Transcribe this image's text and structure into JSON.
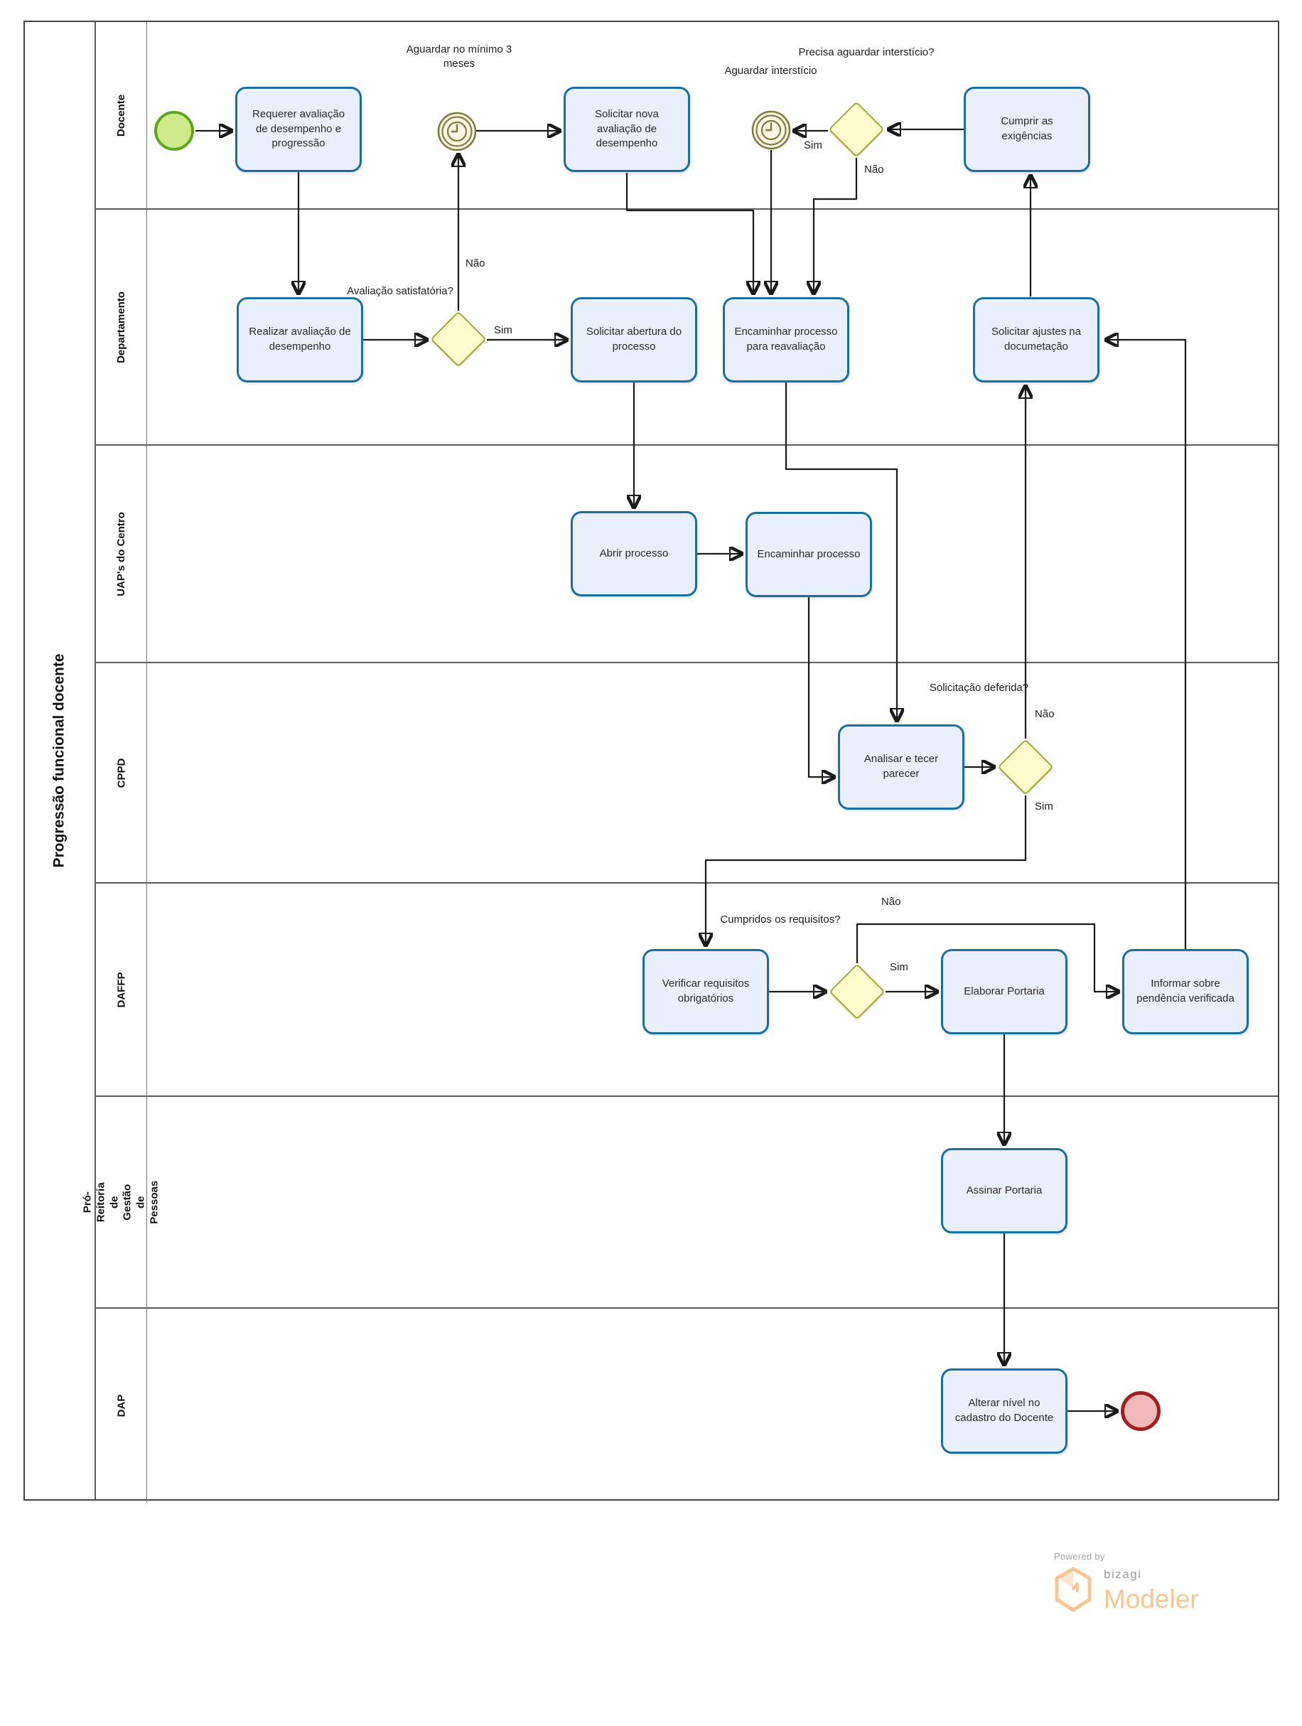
{
  "pool": {
    "title": "Progressão funcional docente"
  },
  "lanes": [
    {
      "label": "Docente"
    },
    {
      "label": "Departamento"
    },
    {
      "label": "UAP's do Centro"
    },
    {
      "label": "CPPD"
    },
    {
      "label": "DAFFP"
    },
    {
      "label": "Pró-Reitoria de Gestão de Pessoas"
    },
    {
      "label": "DAP"
    }
  ],
  "tasks": {
    "requerer": {
      "label": "Requerer avaliação de desempenho e progressão"
    },
    "solicitar_nova": {
      "label": "Solicitar nova avaliação de desempenho"
    },
    "cumprir": {
      "label": "Cumprir as exigências"
    },
    "realizar": {
      "label": "Realizar avaliação de desempenho"
    },
    "solicitar_abertura": {
      "label": "Solicitar abertura do processo"
    },
    "encaminhar_reavaliacao": {
      "label": "Encaminhar processo para reavaliação"
    },
    "solicitar_ajustes": {
      "label": "Solicitar ajustes na documetação"
    },
    "abrir": {
      "label": "Abrir processo"
    },
    "encaminhar_processo": {
      "label": "Encaminhar processo"
    },
    "analisar": {
      "label": "Analisar e tecer parecer"
    },
    "verificar": {
      "label": "Verificar requisitos obrigatórios"
    },
    "elaborar": {
      "label": "Elaborar Portaria"
    },
    "informar": {
      "label": "Informar sobre pendência verificada"
    },
    "assinar": {
      "label": "Assinar Portaria"
    },
    "alterar": {
      "label": "Alterar nível no cadastro do Docente"
    }
  },
  "gateways": {
    "precisa_aguardar": {
      "question": "Precisa aguardar interstício?",
      "yes": "Sim",
      "no": "Não"
    },
    "avaliacao_satisfatoria": {
      "question": "Avaliação satisfatória?",
      "yes": "Sim",
      "no": "Não"
    },
    "solicitacao_deferida": {
      "question": "Solicitação deferida?",
      "yes": "Sim",
      "no": "Não"
    },
    "cumpridos_requisitos": {
      "question": "Cumpridos os requisitos?",
      "yes": "Sim",
      "no": "Não"
    }
  },
  "events": {
    "timer_minimo": {
      "label": "Aguardar no mínimo 3 meses"
    },
    "timer_intersticio": {
      "label": "Aguardar interstício"
    }
  },
  "footer": {
    "powered_by": "Powered by",
    "brand": "bizagi",
    "product": "Modeler"
  },
  "colors": {
    "task_border": "#1b6f9f",
    "task_fill": "#e9effb",
    "gateway_border": "#a6a63d",
    "gateway_fill": "#fbfbcb",
    "start_border": "#5fa51f",
    "start_fill": "#cdeb8b",
    "timer_border": "#7f7c3d",
    "timer_fill": "#faf6e4",
    "end_border": "#a21f1f",
    "end_fill": "#f0b8b8",
    "logo_orange": "#f8c593",
    "logo_gray": "#9d9d9d"
  }
}
